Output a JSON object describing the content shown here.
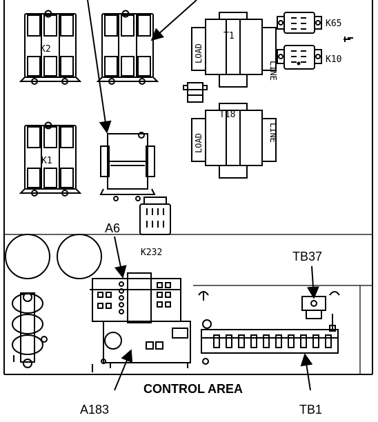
{
  "components": {
    "k2": "K2",
    "k1": "K1",
    "t1": "T1",
    "t18": "T18",
    "k65": "K65",
    "k10": "K10",
    "k232": "K232",
    "load": "LOAD",
    "line": "LINE"
  },
  "callouts": {
    "a6": "A6",
    "tb37": "TB37",
    "a183": "A183",
    "tb1": "TB1"
  },
  "area_title": "CONTROL AREA",
  "colors": {
    "ink": "#000000",
    "background": "#ffffff"
  }
}
